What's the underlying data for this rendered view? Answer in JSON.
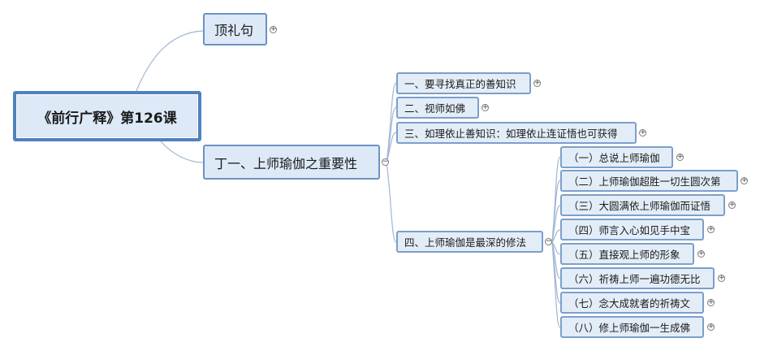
{
  "root": {
    "label": "《前行广释》第126课"
  },
  "branches": [
    {
      "label": "顶礼句",
      "toggle": "+"
    },
    {
      "label": "丁一、上师瑜伽之重要性",
      "toggle": "−"
    }
  ],
  "sub_items": [
    {
      "label": "一、要寻找真正的善知识",
      "toggle": "+"
    },
    {
      "label": "二、视师如佛",
      "toggle": "+"
    },
    {
      "label": "三、如理依止善知识：如理依止连证悟也可获得",
      "toggle": "+"
    },
    {
      "label": "四、上师瑜伽是最深的修法",
      "toggle": "−"
    }
  ],
  "sub_sub_items": [
    {
      "label": "（一）总说上师瑜伽",
      "toggle": "+"
    },
    {
      "label": "（二）上师瑜伽超胜一切生圆次第",
      "toggle": "+"
    },
    {
      "label": "（三）大圆满依上师瑜伽而证悟",
      "toggle": "+"
    },
    {
      "label": "（四）师言入心如见手中宝",
      "toggle": "+"
    },
    {
      "label": "（五）直接观上师的形象",
      "toggle": "+"
    },
    {
      "label": "（六）祈祷上师一遍功德无比",
      "toggle": "+"
    },
    {
      "label": "（七）念大成就者的祈祷文",
      "toggle": "+"
    },
    {
      "label": "（八）修上师瑜伽一生成佛",
      "toggle": "+"
    }
  ],
  "colors": {
    "line": "#9fb6d3",
    "node_fill": "#dde9f7",
    "node_border": "#6b93c4",
    "root_border": "#4f81bd"
  }
}
